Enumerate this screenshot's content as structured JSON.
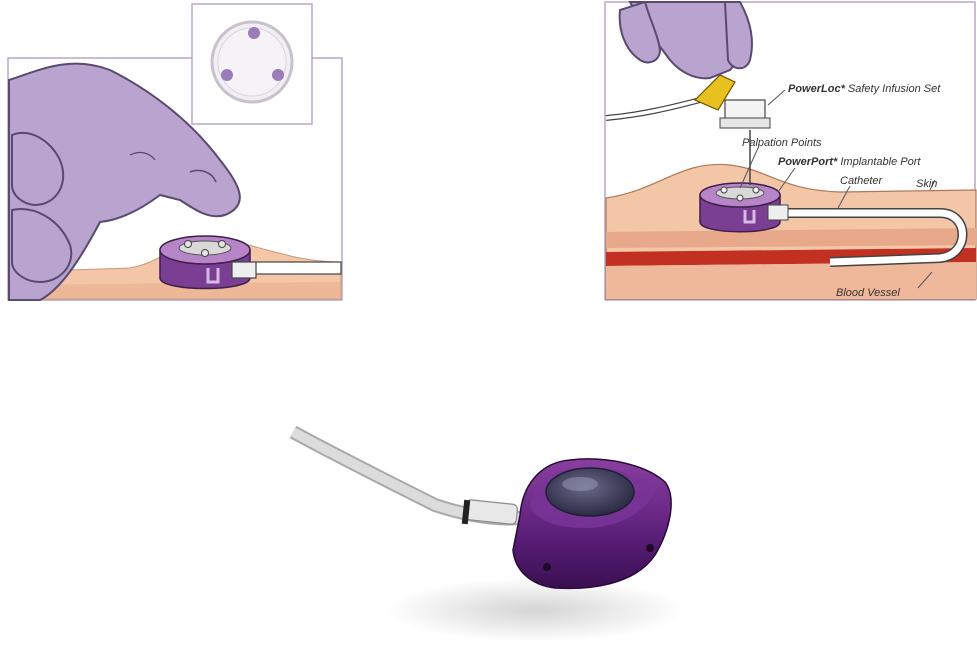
{
  "colors": {
    "glove": "#b9a3cf",
    "glove_outline": "#5a4a6e",
    "skin": "#f2c6a6",
    "skin_deep": "#e8a98a",
    "vessel": "#c13020",
    "port_purple": "#7a3f92",
    "port_highlight": "#b784c8",
    "safety_set_yellow": "#e8c020",
    "catheter": "#ffffff",
    "frame": "#b7a7c8",
    "photo_cable": "#dcdcdc"
  },
  "icons": {
    "left_panel": "finger-palpating-port",
    "inset": "palpation-points-top-view",
    "right_panel": "port-cross-section",
    "photo": "implantable-port-device"
  },
  "diagram": {
    "labels": {
      "powerloc_brand": "PowerLoc*",
      "powerloc_rest": " Safety Infusion Set",
      "palpation_points": "Palpation Points",
      "powerport_brand": "PowerPort*",
      "powerport_rest": " Implantable Port",
      "catheter": "Catheter",
      "skin": "Skin",
      "blood_vessel": "Blood Vessel"
    }
  }
}
